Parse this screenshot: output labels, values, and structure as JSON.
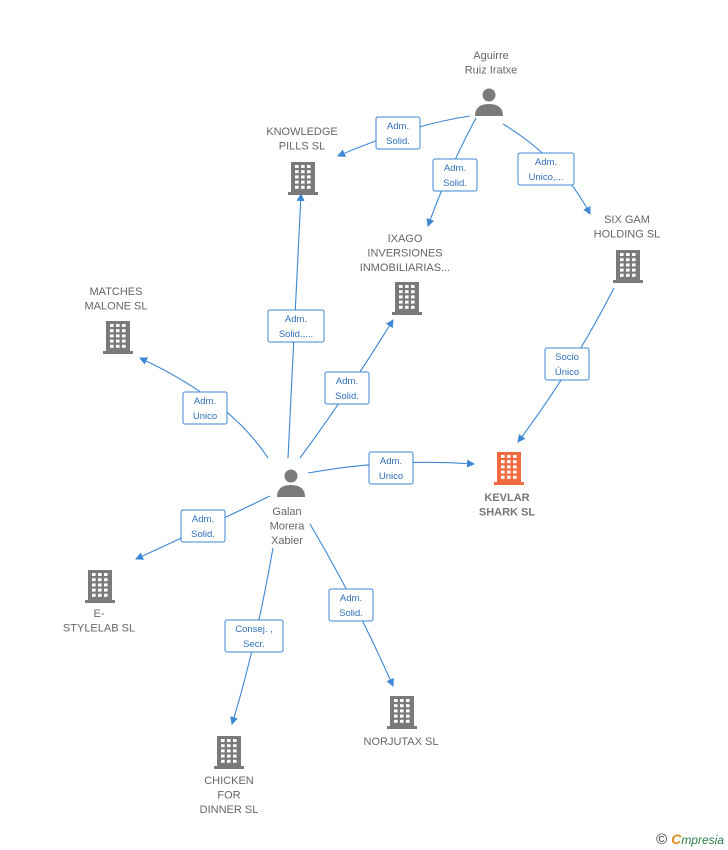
{
  "colors": {
    "edge": "#3d87d4",
    "node": "#7a7a7a",
    "highlight": "#f26a3d"
  },
  "nodes": [
    {
      "id": "aguirre",
      "type": "person",
      "lines": [
        "Aguirre",
        "Ruiz Iratxe"
      ]
    },
    {
      "id": "galan",
      "type": "person",
      "lines": [
        "Galan",
        "Morera",
        "Xabier"
      ]
    },
    {
      "id": "knowledge",
      "type": "company",
      "lines": [
        "KNOWLEDGE",
        "PILLS SL"
      ]
    },
    {
      "id": "ixago",
      "type": "company",
      "lines": [
        "IXAGO",
        "INVERSIONES",
        "INMOBILIARIAS..."
      ]
    },
    {
      "id": "sixgam",
      "type": "company",
      "lines": [
        "SIX GAM",
        "HOLDING  SL"
      ]
    },
    {
      "id": "matches",
      "type": "company",
      "lines": [
        "MATCHES",
        "MALONE  SL"
      ]
    },
    {
      "id": "kevlar",
      "type": "company",
      "highlight": true,
      "lines": [
        "KEVLAR",
        "SHARK  SL"
      ]
    },
    {
      "id": "estylelab",
      "type": "company",
      "lines": [
        "E-",
        "STYLELAB SL"
      ]
    },
    {
      "id": "norjutax",
      "type": "company",
      "lines": [
        "NORJUTAX SL"
      ]
    },
    {
      "id": "chicken",
      "type": "company",
      "lines": [
        "CHICKEN",
        "FOR",
        "DINNER  SL"
      ]
    }
  ],
  "edges": [
    {
      "from": "aguirre",
      "to": "knowledge",
      "lines": [
        "Adm.",
        "Solid."
      ]
    },
    {
      "from": "aguirre",
      "to": "ixago",
      "lines": [
        "Adm.",
        "Solid."
      ]
    },
    {
      "from": "aguirre",
      "to": "sixgam",
      "lines": [
        "Adm.",
        "Unico,..."
      ]
    },
    {
      "from": "sixgam",
      "to": "kevlar",
      "lines": [
        "Socio",
        "Único"
      ]
    },
    {
      "from": "galan",
      "to": "knowledge",
      "lines": [
        "Adm.",
        "Solid.,..."
      ]
    },
    {
      "from": "galan",
      "to": "ixago",
      "lines": [
        "Adm.",
        "Solid."
      ]
    },
    {
      "from": "galan",
      "to": "matches",
      "lines": [
        "Adm.",
        "Unico"
      ]
    },
    {
      "from": "galan",
      "to": "kevlar",
      "lines": [
        "Adm.",
        "Unico"
      ]
    },
    {
      "from": "galan",
      "to": "estylelab",
      "lines": [
        "Adm.",
        "Solid."
      ]
    },
    {
      "from": "galan",
      "to": "norjutax",
      "lines": [
        "Adm.",
        "Solid."
      ]
    },
    {
      "from": "galan",
      "to": "chicken",
      "lines": [
        "Consej. ,",
        "Secr."
      ]
    }
  ],
  "footer": {
    "copyright": "©",
    "brand_initial": "C",
    "brand_rest": "mpresia"
  }
}
